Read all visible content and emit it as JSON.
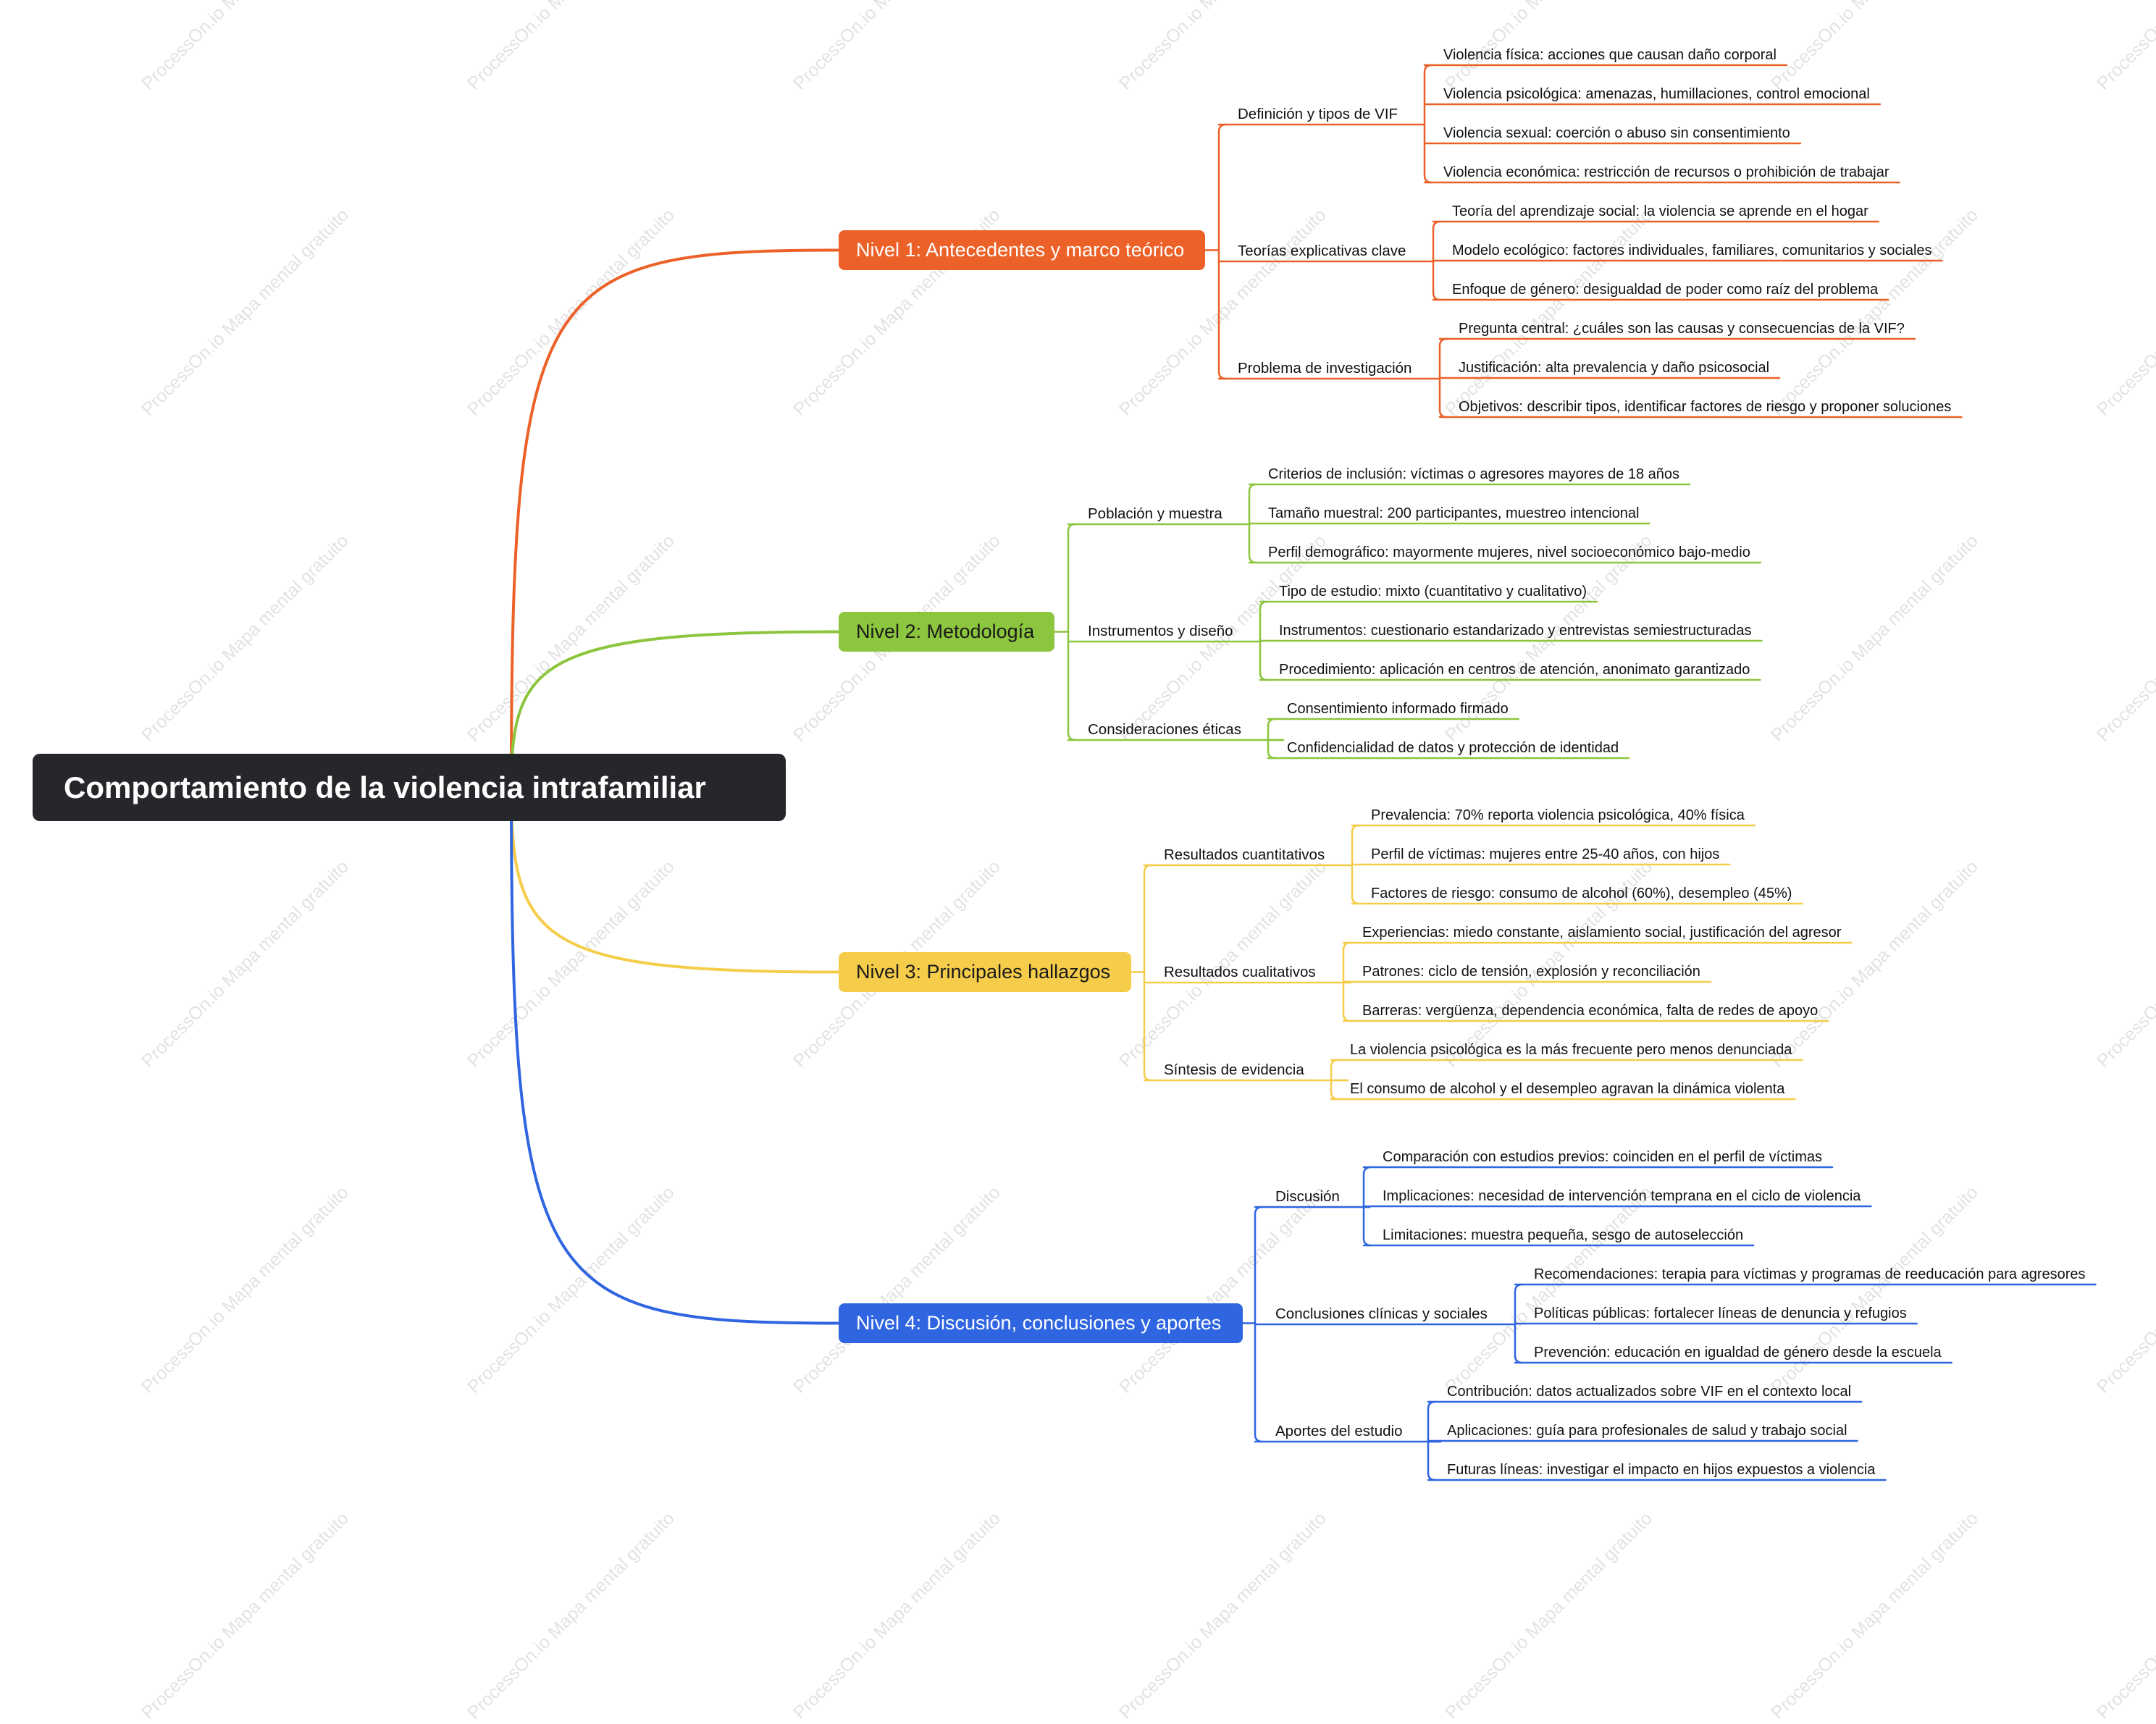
{
  "watermark": "ProcessOn.io Mapa mental gratuito",
  "root": {
    "label": "Comportamiento de la violencia intrafamiliar"
  },
  "branches": [
    {
      "label": "Nivel 1: Antecedentes y marco teórico",
      "color": "#ec6128",
      "text_color": "#ffffff",
      "children": [
        {
          "label": "Definición y tipos de VIF",
          "children": [
            "Violencia física: acciones que causan daño corporal",
            "Violencia psicológica: amenazas, humillaciones, control emocional",
            "Violencia sexual: coerción o abuso sin consentimiento",
            "Violencia económica: restricción de recursos o prohibición de trabajar"
          ]
        },
        {
          "label": "Teorías explicativas clave",
          "children": [
            "Teoría del aprendizaje social: la violencia se aprende en el hogar",
            "Modelo ecológico: factores individuales, familiares, comunitarios y sociales",
            "Enfoque de género: desigualdad de poder como raíz del problema"
          ]
        },
        {
          "label": "Problema de investigación",
          "children": [
            "Pregunta central: ¿cuáles son las causas y consecuencias de la VIF?",
            "Justificación: alta prevalencia y daño psicosocial",
            "Objetivos: describir tipos, identificar factores de riesgo y proponer soluciones"
          ]
        }
      ]
    },
    {
      "label": "Nivel 2: Metodología",
      "color": "#8cc63e",
      "text_color": "#1a1a1a",
      "children": [
        {
          "label": "Población y muestra",
          "children": [
            "Criterios de inclusión: víctimas o agresores mayores de 18 años",
            "Tamaño muestral: 200 participantes, muestreo intencional",
            "Perfil demográfico: mayormente mujeres, nivel socioeconómico bajo-medio"
          ]
        },
        {
          "label": "Instrumentos y diseño",
          "children": [
            "Tipo de estudio: mixto (cuantitativo y cualitativo)",
            "Instrumentos: cuestionario estandarizado y entrevistas semiestructuradas",
            "Procedimiento: aplicación en centros de atención, anonimato garantizado"
          ]
        },
        {
          "label": "Consideraciones éticas",
          "children": [
            "Consentimiento informado firmado",
            "Confidencialidad de datos y protección de identidad"
          ]
        }
      ]
    },
    {
      "label": "Nivel 3: Principales hallazgos",
      "color": "#f5cd4a",
      "text_color": "#1a1a1a",
      "children": [
        {
          "label": "Resultados cuantitativos",
          "children": [
            "Prevalencia: 70% reporta violencia psicológica, 40% física",
            "Perfil de víctimas: mujeres entre 25-40 años, con hijos",
            "Factores de riesgo: consumo de alcohol (60%), desempleo (45%)"
          ]
        },
        {
          "label": "Resultados cualitativos",
          "children": [
            "Experiencias: miedo constante, aislamiento social, justificación del agresor",
            "Patrones: ciclo de tensión, explosión y reconciliación",
            "Barreras: vergüenza, dependencia económica, falta de redes de apoyo"
          ]
        },
        {
          "label": "Síntesis de evidencia",
          "children": [
            "La violencia psicológica es la más frecuente pero menos denunciada",
            "El consumo de alcohol y el desempleo agravan la dinámica violenta"
          ]
        }
      ]
    },
    {
      "label": "Nivel 4: Discusión, conclusiones y aportes",
      "color": "#2f65e0",
      "text_color": "#ffffff",
      "children": [
        {
          "label": "Discusión",
          "children": [
            "Comparación con estudios previos: coinciden en el perfil de víctimas",
            "Implicaciones: necesidad de intervención temprana en el ciclo de violencia",
            "Limitaciones: muestra pequeña, sesgo de autoselección"
          ]
        },
        {
          "label": "Conclusiones clínicas y sociales",
          "children": [
            "Recomendaciones: terapia para víctimas y programas de reeducación para agresores",
            "Políticas públicas: fortalecer líneas de denuncia y refugios",
            "Prevención: educación en igualdad de género desde la escuela"
          ]
        },
        {
          "label": "Aportes del estudio",
          "children": [
            "Contribución: datos actualizados sobre VIF en el contexto local",
            "Aplicaciones: guía para profesionales de salud y trabajo social",
            "Futuras líneas: investigar el impacto en hijos expuestos a violencia"
          ]
        }
      ]
    }
  ]
}
